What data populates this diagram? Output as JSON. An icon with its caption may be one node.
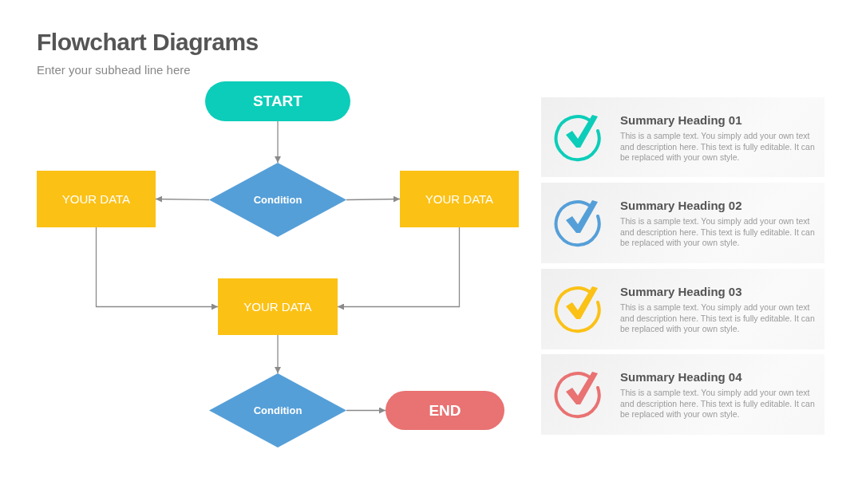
{
  "diagram": {
    "title": "Flowchart Diagrams",
    "nodes": [
      {
        "text": [
          "START"
        ]
      },
      {
        "text": [
          "Condition"
        ]
      },
      {
        "text": [
          "YOUR DATA"
        ]
      },
      {
        "text": [
          "YOUR DATA"
        ]
      },
      {
        "text": [
          "YOUR DATA"
        ]
      },
      {
        "text": [
          "Condition"
        ]
      },
      {
        "text": [
          "END"
        ]
      },
      {
        "text": [
          "Summary Heading 01",
          "This is a sample text. You simply add your own text and description here. This text is fully editable. It can be replaced with your own style."
        ]
      },
      {
        "text": [
          "Summary Heading 02",
          "This is a sample text. You simply add your own text and description here. This text is fully editable. It can be replaced with your own style."
        ]
      },
      {
        "text": [
          "Summary Heading 03",
          "This is a sample text. You simply add your own text and description here. This text is fully editable. It can be replaced with your own style."
        ]
      },
      {
        "text": [
          "Summary Heading 04",
          "This is a sample text. You simply add your own text and description here. This text is fully editable. It can be replaced with your own style."
        ]
      }
    ],
    "edges": [
      {
        "from": 0,
        "to": 1,
        "arrow": "to"
      },
      {
        "from": 1,
        "to": 2,
        "arrow": "to"
      },
      {
        "from": 1,
        "to": 3,
        "arrow": "to"
      },
      {
        "from": 2,
        "to": 4,
        "arrow": "to"
      },
      {
        "from": 3,
        "to": 4,
        "arrow": "to"
      },
      {
        "from": 4,
        "to": 5,
        "arrow": "to"
      },
      {
        "from": 5,
        "to": 6,
        "arrow": "to"
      }
    ],
    "labels": [
      "Enter your subhead line here"
    ]
  }
}
